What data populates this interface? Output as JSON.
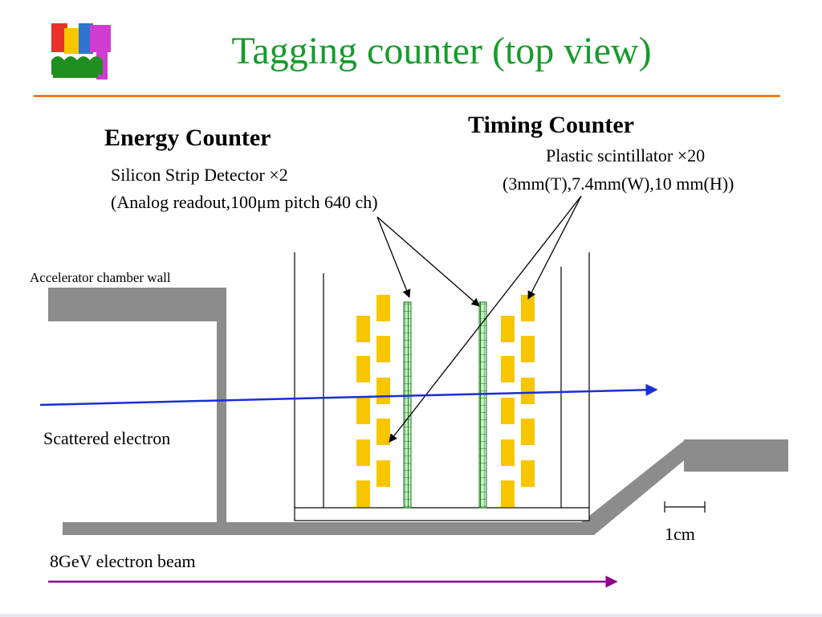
{
  "slide": {
    "title": "Tagging counter (top view)"
  },
  "labels": {
    "energy_counter": "Energy Counter",
    "ssd_line1": "Silicon Strip Detector ×2",
    "ssd_line2": "(Analog readout,100μm pitch 640 ch)",
    "timing_counter": "Timing Counter",
    "plastic_line1": "Plastic scintillator ×20",
    "plastic_line2": "(3mm(T),7.4mm(W),10 mm(H))",
    "chamber_wall": "Accelerator chamber wall",
    "scattered_electron": "Scattered electron",
    "scale": "1cm",
    "beam": "8GeV electron beam"
  },
  "colors": {
    "title": "#169b2c",
    "divider": "#f07c1e",
    "wall": "#8c8c8c",
    "scintillator": "#f7c600",
    "silicon": "#c6f0c6",
    "scattered_arrow": "#1a2ed6",
    "beam_arrow": "#8b008b"
  }
}
